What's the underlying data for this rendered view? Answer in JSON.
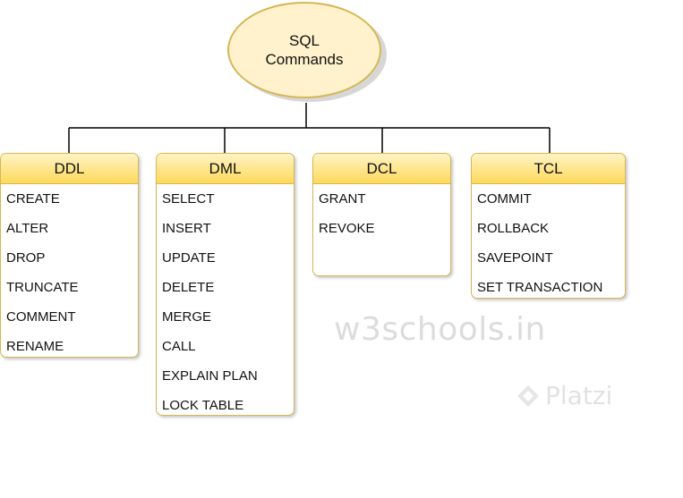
{
  "root": {
    "line1": "SQL",
    "line2": "Commands"
  },
  "categories": [
    {
      "title": "DDL",
      "items": [
        "CREATE",
        "ALTER",
        "DROP",
        "TRUNCATE",
        "COMMENT",
        "RENAME"
      ]
    },
    {
      "title": "DML",
      "items": [
        "SELECT",
        "INSERT",
        "UPDATE",
        "DELETE",
        "MERGE",
        "CALL",
        "EXPLAIN PLAN",
        "LOCK TABLE"
      ]
    },
    {
      "title": "DCL",
      "items": [
        "GRANT",
        "REVOKE"
      ]
    },
    {
      "title": "TCL",
      "items": [
        "COMMIT",
        "ROLLBACK",
        "SAVEPOINT",
        "SET TRANSACTION"
      ]
    }
  ],
  "watermarks": {
    "site": "w3schools.in",
    "brand": "Platzi"
  },
  "colors": {
    "node_fill": "#fff2cc",
    "node_border": "#d6b656",
    "header_gradient_top": "#fff4c6",
    "header_gradient_bottom": "#fdd95a",
    "connector": "#000000"
  }
}
